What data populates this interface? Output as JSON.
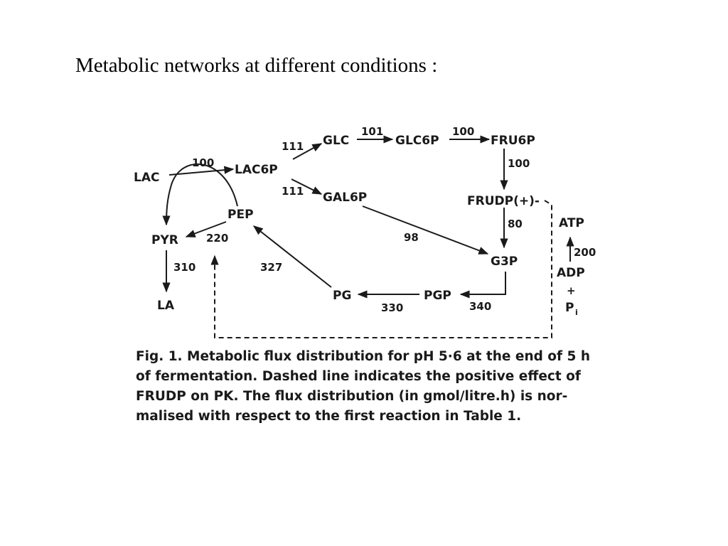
{
  "slide": {
    "title": "Metabolic networks at different conditions :"
  },
  "diagram": {
    "metabolites": {
      "lac": "LAC",
      "lac6p": "LAC6P",
      "glc": "GLC",
      "glc6p": "GLC6P",
      "fru6p": "FRU6P",
      "gal6p": "GAL6P",
      "frudp": "FRUDP(+)-",
      "pep": "PEP",
      "pyr": "PYR",
      "la": "LA",
      "g3p": "G3P",
      "pgp": "PGP",
      "pg": "PG",
      "atp": "ATP",
      "adp": "ADP",
      "plus": "+",
      "pi": "P",
      "pi_sub": "i"
    },
    "fluxes": {
      "lac_to_lac6p": "100",
      "lac6p_to_glc": "111",
      "glc_to_glc6p": "101",
      "glc6p_to_fru6p": "100",
      "fru6p_to_frudp": "100",
      "lac6p_to_gal6p": "111",
      "frudp_to_g3p": "80",
      "gal6p_to_g3p": "98",
      "pep_to_pyr": "220",
      "pyr_to_la": "310",
      "pg_to_pep": "327",
      "pgp_to_pg": "330",
      "g3p_to_pgp": "340",
      "adp_to_atp": "200"
    }
  },
  "caption": {
    "line1": "Fig. 1. Metabolic flux distribution for pH 5·6 at the end of 5 h",
    "line2": "of fermentation. Dashed line indicates the positive effect of",
    "line3": "FRUDP on PK. The flux distribution (in gmol/litre.h) is nor-",
    "line4": "malised with respect to the first reaction in Table 1."
  }
}
